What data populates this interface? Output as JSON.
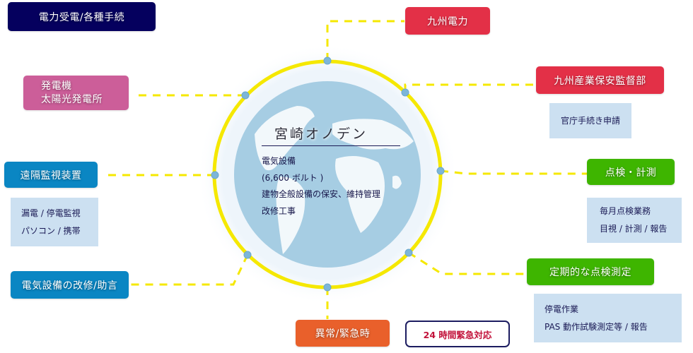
{
  "center": {
    "title": "宮崎オノデン",
    "lines": [
      "電気設備",
      "(6,600 ボルト )",
      "建物全般設備の保安、維持管理",
      "改修工事"
    ]
  },
  "boxes": {
    "power_reception": "電力受電/各種手続",
    "kyushu_electric": "九州電力",
    "generator_line1": "発電機",
    "generator_line2": "太陽光発電所",
    "kyushu_safety": "九州産業保安監督部",
    "remote_monitoring": "遠隔監視装置",
    "inspection_measurement": "点検・計測",
    "renovation_advice": "電気設備の改修/助言",
    "periodic_inspection": "定期的な点検測定",
    "emergency": "異常/緊急時",
    "emergency_24h": "24 時間緊急対応"
  },
  "notes": {
    "gov_procedures": [
      "官庁手続き申請"
    ],
    "remote_monitoring": [
      "漏電 / 停電監視",
      "パソコン / 携帯"
    ],
    "monthly_inspection": [
      "毎月点検業務",
      "目視 / 計測 / 報告"
    ],
    "periodic": [
      "停電作業",
      "PAS 動作試験測定等 / 報告"
    ]
  },
  "colors": {
    "navy": "#05005e",
    "red": "#e33047",
    "pink": "#cc5e99",
    "blue": "#0a86c3",
    "green": "#3eb500",
    "orange": "#e9602b",
    "ring_yellow": "#f5e800",
    "globe_blue": "#a6cde3",
    "note_bg": "#cce0f1"
  }
}
